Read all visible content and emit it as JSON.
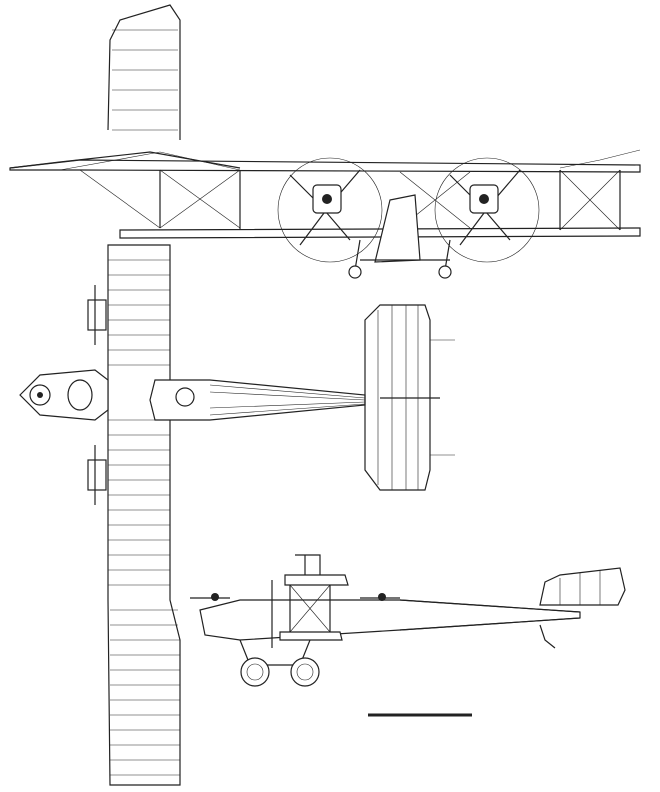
{
  "drawing": {
    "views": [
      "front",
      "plan",
      "side"
    ],
    "colors": {
      "ink": "#222222",
      "paper": "#ffffff"
    },
    "scale_bar": {
      "shown": true
    }
  }
}
